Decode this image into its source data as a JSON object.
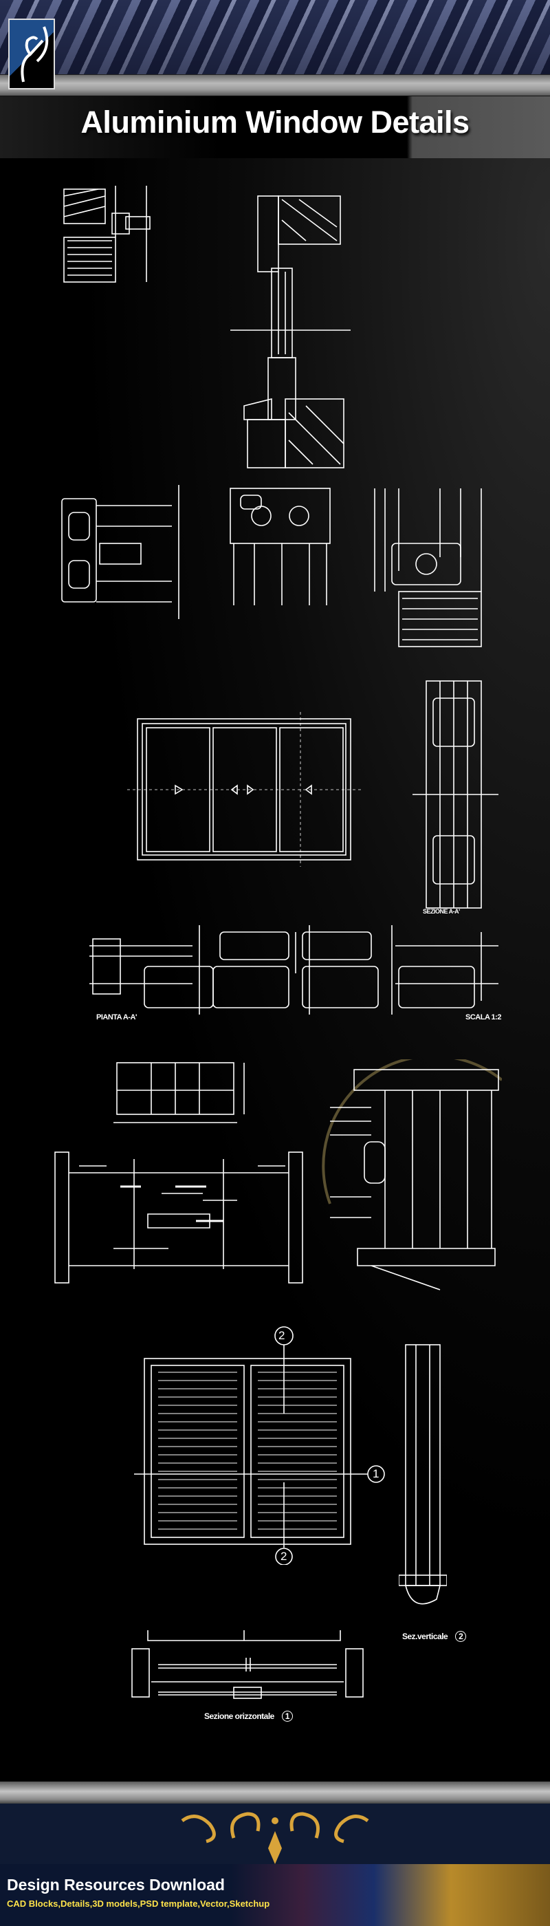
{
  "header": {
    "title": "Aluminium Window Details"
  },
  "drawings": {
    "section_label": "SEZIONE A-A'",
    "plan_label": "PIANTA A-A'",
    "scale_label": "SCALA 1:2",
    "shutter_marker_top": "2",
    "shutter_marker_bottom": "2",
    "shutter_marker_right": "1",
    "vertical_section_label": "Sez.verticale",
    "vertical_section_marker": "2",
    "horizontal_section_label": "Sezione orizzontale",
    "horizontal_section_marker": "1"
  },
  "footer": {
    "title": "Design Resources Download",
    "subtitle": "CAD Blocks,Details,3D models,PSD template,Vector,Sketchup"
  },
  "colors": {
    "accent_yellow": "#ffe34a",
    "navy": "#0f1a33",
    "gold": "#d9a43a"
  }
}
